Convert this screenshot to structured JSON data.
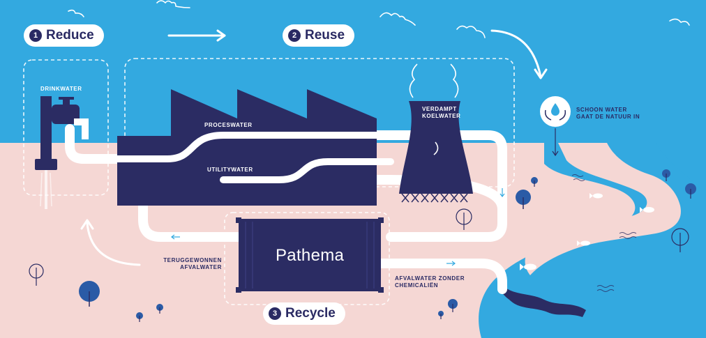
{
  "colors": {
    "sky": "#33a9e0",
    "ground": "#f5d7d4",
    "navy": "#2b2c63",
    "pipe": "#ffffff",
    "water": "#33a9e0"
  },
  "steps": {
    "reduce": {
      "number": "1",
      "label": "Reduce"
    },
    "reuse": {
      "number": "2",
      "label": "Reuse"
    },
    "recycle": {
      "number": "3",
      "label": "Recycle"
    }
  },
  "labels": {
    "drinkwater": "DRINKWATER",
    "proceswater": "PROCESWATER",
    "utilitywater": "UTILITYWATER",
    "verdampt_line1": "VERDAMPT",
    "verdampt_line2": "KOELWATER",
    "schoon_line1": "SCHOON WATER",
    "schoon_line2": "GAAT DE NATUUR IN",
    "terug_line1": "TERUGGEWONNEN",
    "terug_line2": "AFVALWATER",
    "afval_line1": "AFVALWATER ZONDER",
    "afval_line2": "CHEMICALIËN"
  },
  "container": {
    "brand": "Pathema"
  },
  "icons": [
    "tap-icon",
    "factory-icon",
    "cooling-tower-icon",
    "container-icon",
    "hands-water-drop-icon",
    "fish-icon",
    "tree-icon",
    "cloud-icon",
    "arrow-icon"
  ]
}
